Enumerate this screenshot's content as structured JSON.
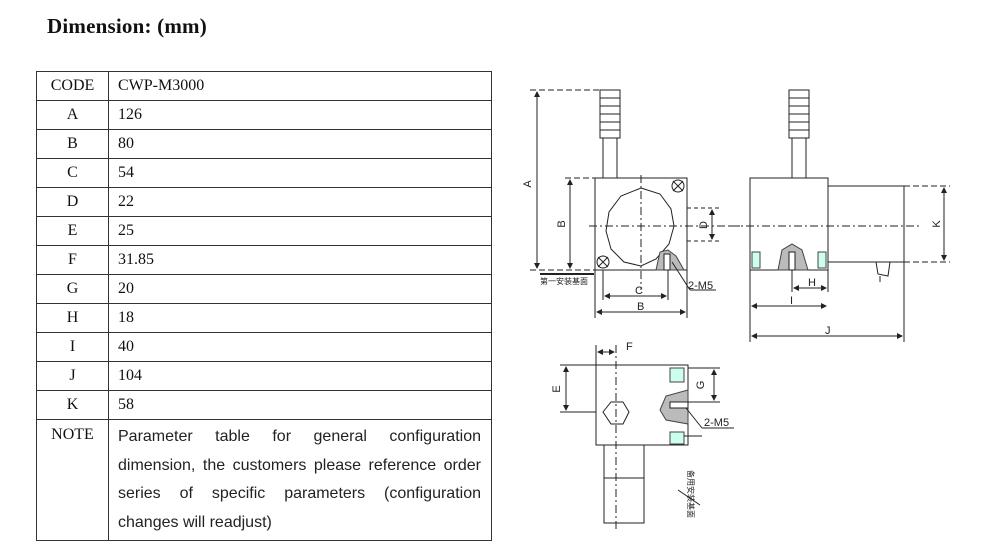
{
  "title": "Dimension: (mm)",
  "table": {
    "header": {
      "code": "CODE",
      "value": "CWP-M3000"
    },
    "rows": [
      {
        "code": "A",
        "value": "126"
      },
      {
        "code": "B",
        "value": "80"
      },
      {
        "code": "C",
        "value": "54"
      },
      {
        "code": "D",
        "value": "22"
      },
      {
        "code": "E",
        "value": "25"
      },
      {
        "code": "F",
        "value": "31.85"
      },
      {
        "code": "G",
        "value": "20"
      },
      {
        "code": "H",
        "value": "18"
      },
      {
        "code": "I",
        "value": "40"
      },
      {
        "code": "J",
        "value": "104"
      },
      {
        "code": "K",
        "value": "58"
      }
    ],
    "note": {
      "code": "NOTE",
      "text": "Parameter table for general configuration dimension, the customers please reference order series of specific parameters (configuration changes will readjust)"
    }
  },
  "drawing": {
    "labels": {
      "A": "A",
      "B": "B",
      "C": "C",
      "D": "D",
      "E": "E",
      "F": "F",
      "G": "G",
      "H": "H",
      "I": "I",
      "J": "J",
      "K": "K"
    },
    "callouts": {
      "front_hole": "2-M5",
      "bottom_hole": "2-M5"
    },
    "chinese_note_front": "第一安装基面",
    "chinese_note_bottom": "备用安装基面"
  }
}
